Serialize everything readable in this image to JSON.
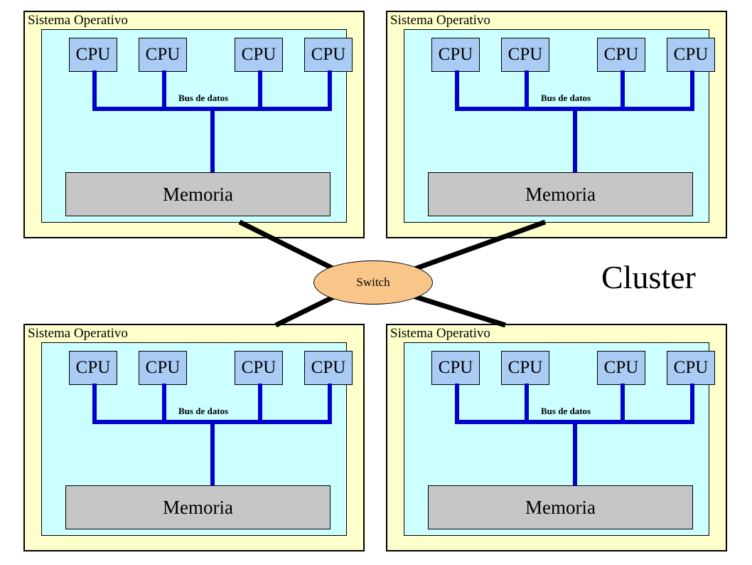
{
  "diagram": {
    "title": "Cluster",
    "switch": {
      "label": "Switch",
      "fill": "#f9c68a"
    },
    "colors": {
      "node_panel": "#ffffcc",
      "board": "#ccffff",
      "cpu": "#aaccf4",
      "memory": "#c6c6c6",
      "bus": "#0000cc",
      "link": "#000000"
    },
    "nodes": [
      {
        "id": "node-top-left",
        "os_label": "Sistema Operativo",
        "bus_label": "Bus de datos",
        "memory_label": "Memoria",
        "cpus": [
          {
            "label": "CPU"
          },
          {
            "label": "CPU"
          },
          {
            "label": "CPU"
          },
          {
            "label": "CPU"
          }
        ]
      },
      {
        "id": "node-top-right",
        "os_label": "Sistema Operativo",
        "bus_label": "Bus de datos",
        "memory_label": "Memoria",
        "cpus": [
          {
            "label": "CPU"
          },
          {
            "label": "CPU"
          },
          {
            "label": "CPU"
          },
          {
            "label": "CPU"
          }
        ]
      },
      {
        "id": "node-bottom-left",
        "os_label": "Sistema Operativo",
        "bus_label": "Bus de datos",
        "memory_label": "Memoria",
        "cpus": [
          {
            "label": "CPU"
          },
          {
            "label": "CPU"
          },
          {
            "label": "CPU"
          },
          {
            "label": "CPU"
          }
        ]
      },
      {
        "id": "node-bottom-right",
        "os_label": "Sistema Operativo",
        "bus_label": "Bus de datos",
        "memory_label": "Memoria",
        "cpus": [
          {
            "label": "CPU"
          },
          {
            "label": "CPU"
          },
          {
            "label": "CPU"
          },
          {
            "label": "CPU"
          }
        ]
      }
    ],
    "links": [
      {
        "from": "node-top-left",
        "to": "switch"
      },
      {
        "from": "node-top-right",
        "to": "switch"
      },
      {
        "from": "node-bottom-left",
        "to": "switch"
      },
      {
        "from": "node-bottom-right",
        "to": "switch"
      }
    ]
  }
}
